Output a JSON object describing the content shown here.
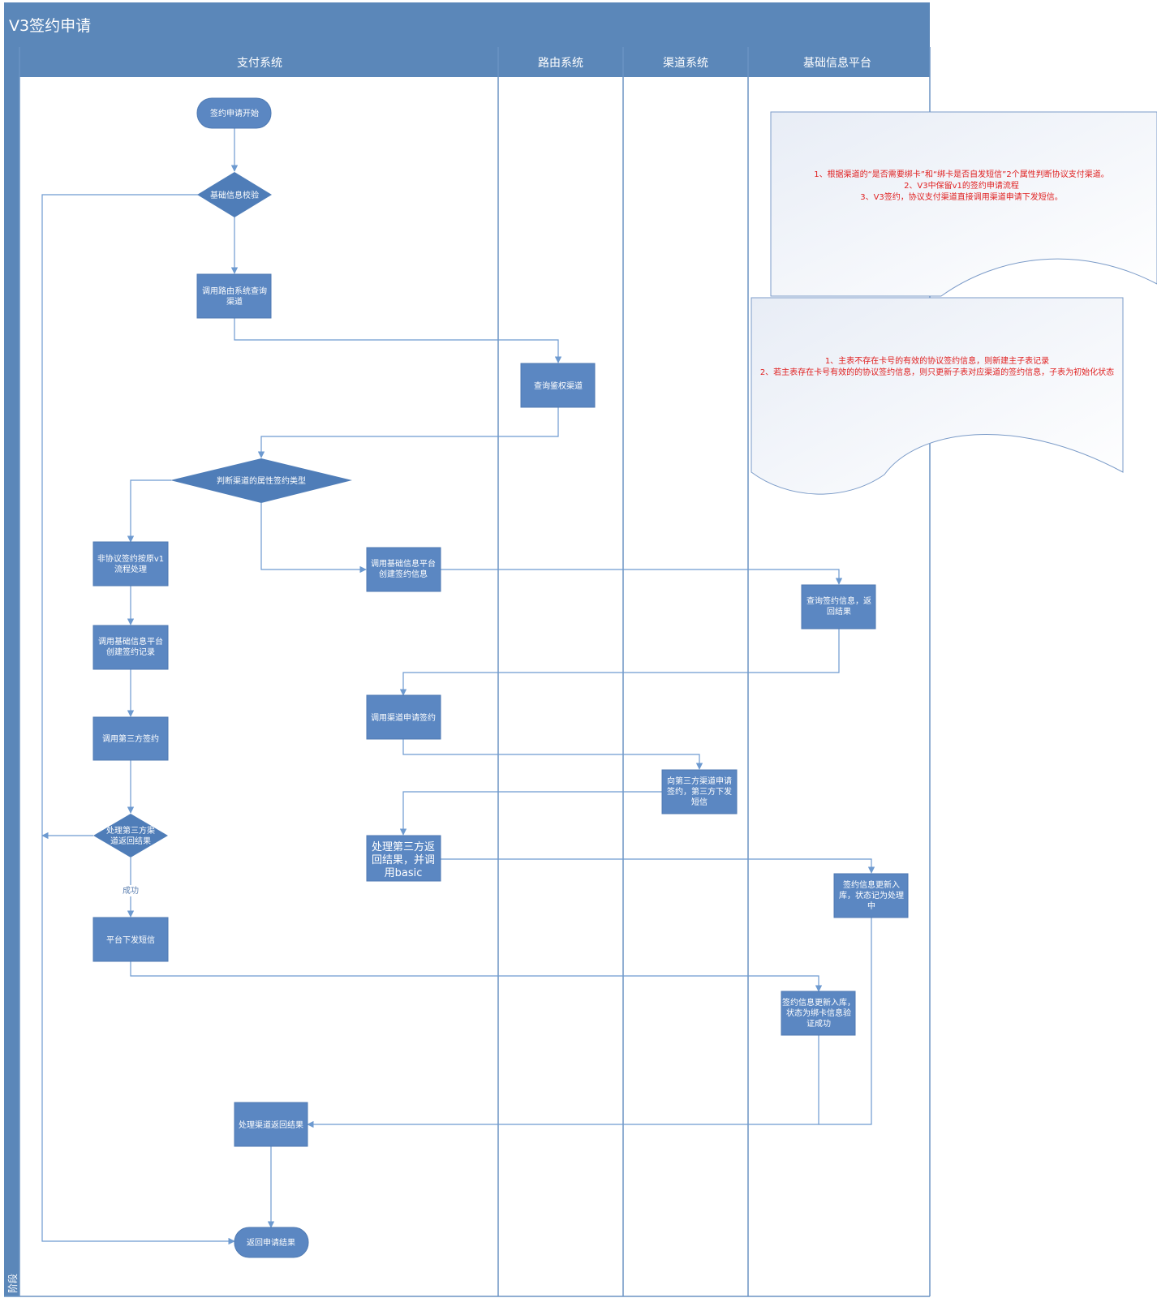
{
  "pool": {
    "title": "V3签约申请",
    "phase_label": "阶段",
    "lanes": [
      "支付系统",
      "路由系统",
      "渠道系统",
      "基础信息平台"
    ]
  },
  "colors": {
    "header": "#5b87b9",
    "lane_border": "#6b93c4",
    "shape_fill": "#5b87c2",
    "shape_text": "#ffffff",
    "connector": "#6d9ad0",
    "note_text": "#e02020",
    "note_border": "#7b9bc8"
  },
  "nodes": {
    "start": "签约申请开始",
    "check_basic": "基础信息校验",
    "call_route": "调用路由系统查询渠道",
    "query_auth": "查询鉴权渠道",
    "judge_type": "判断渠道的属性签约类型",
    "non_protocol": "非协议签约按原v1流程处理",
    "create_sign_info": "调用基础信息平台创建签约信息",
    "query_sign_info": "查询签约信息，返回结果",
    "create_sign_record": "调用基础信息平台创建签约记录",
    "call_third_sign": "调用第三方签约",
    "call_channel_sign": "调用渠道申请签约",
    "apply_third_channel": "向第三方渠道申请签约，第三方下发短信",
    "handle_third_result_diamond": "处理第三方渠道返回结果",
    "handle_third_result_basic": "处理第三方返回结果，并调用basic",
    "update_processing": "签约信息更新入库，状态记为处理中",
    "success_label": "成功",
    "send_sms": "平台下发短信",
    "update_verified": "签约信息更新入库，状态为绑卡信息验证成功",
    "handle_channel_result": "处理渠道返回结果",
    "return_result": "返回申请结果"
  },
  "notes": {
    "note1": [
      "1、根据渠道的“是否需要绑卡”和“绑卡是否自发短信”2个属性判断协议支付渠道。",
      "2、V3中保留v1的签约申请流程",
      "3、V3签约，协议支付渠道直接调用渠道申请下发短信。"
    ],
    "note2": [
      "1、主表不存在卡号的有效的协议签约信息，则新建主子表记录",
      "2、若主表存在卡号有效的的协议签约信息，则只更新子表对应渠道的签约信息，子表为初始化状态"
    ]
  }
}
